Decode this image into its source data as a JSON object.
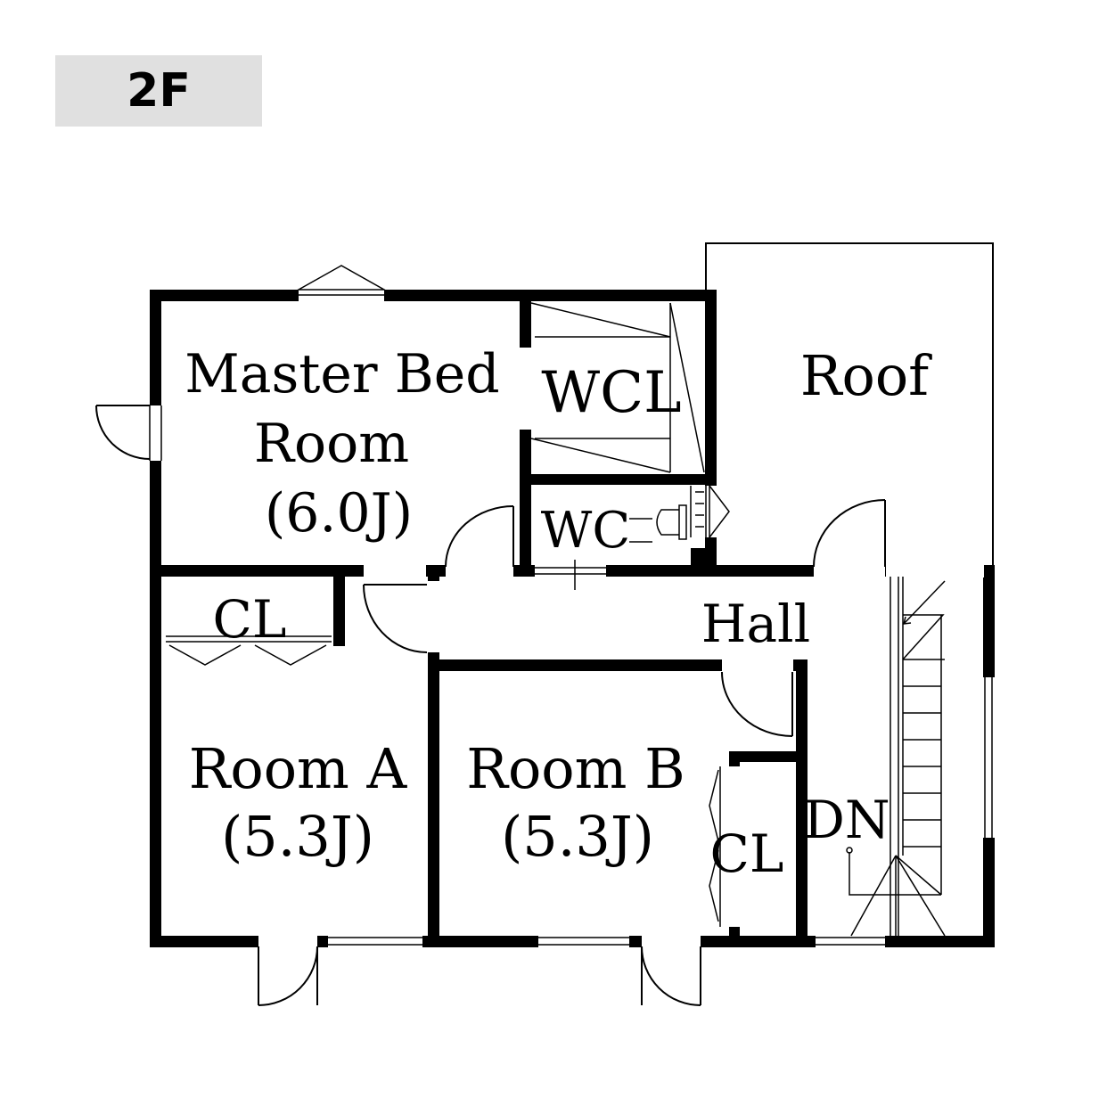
{
  "floor": {
    "label": "2F"
  },
  "rooms": {
    "master_line1": "Master Bed",
    "master_line2": "Room",
    "master_size": "(6.0J)",
    "wcl": "WCL",
    "wc": "WC",
    "roof": "Roof",
    "cl_a": "CL",
    "hall": "Hall",
    "room_a": "Room A",
    "room_a_size": "(5.3J)",
    "room_b": "Room B",
    "room_b_size": "(5.3J)",
    "cl_b": "CL",
    "dn": "DN"
  },
  "colors": {
    "wall": "#000000",
    "badge": "#e0e0e0",
    "background": "#ffffff"
  }
}
